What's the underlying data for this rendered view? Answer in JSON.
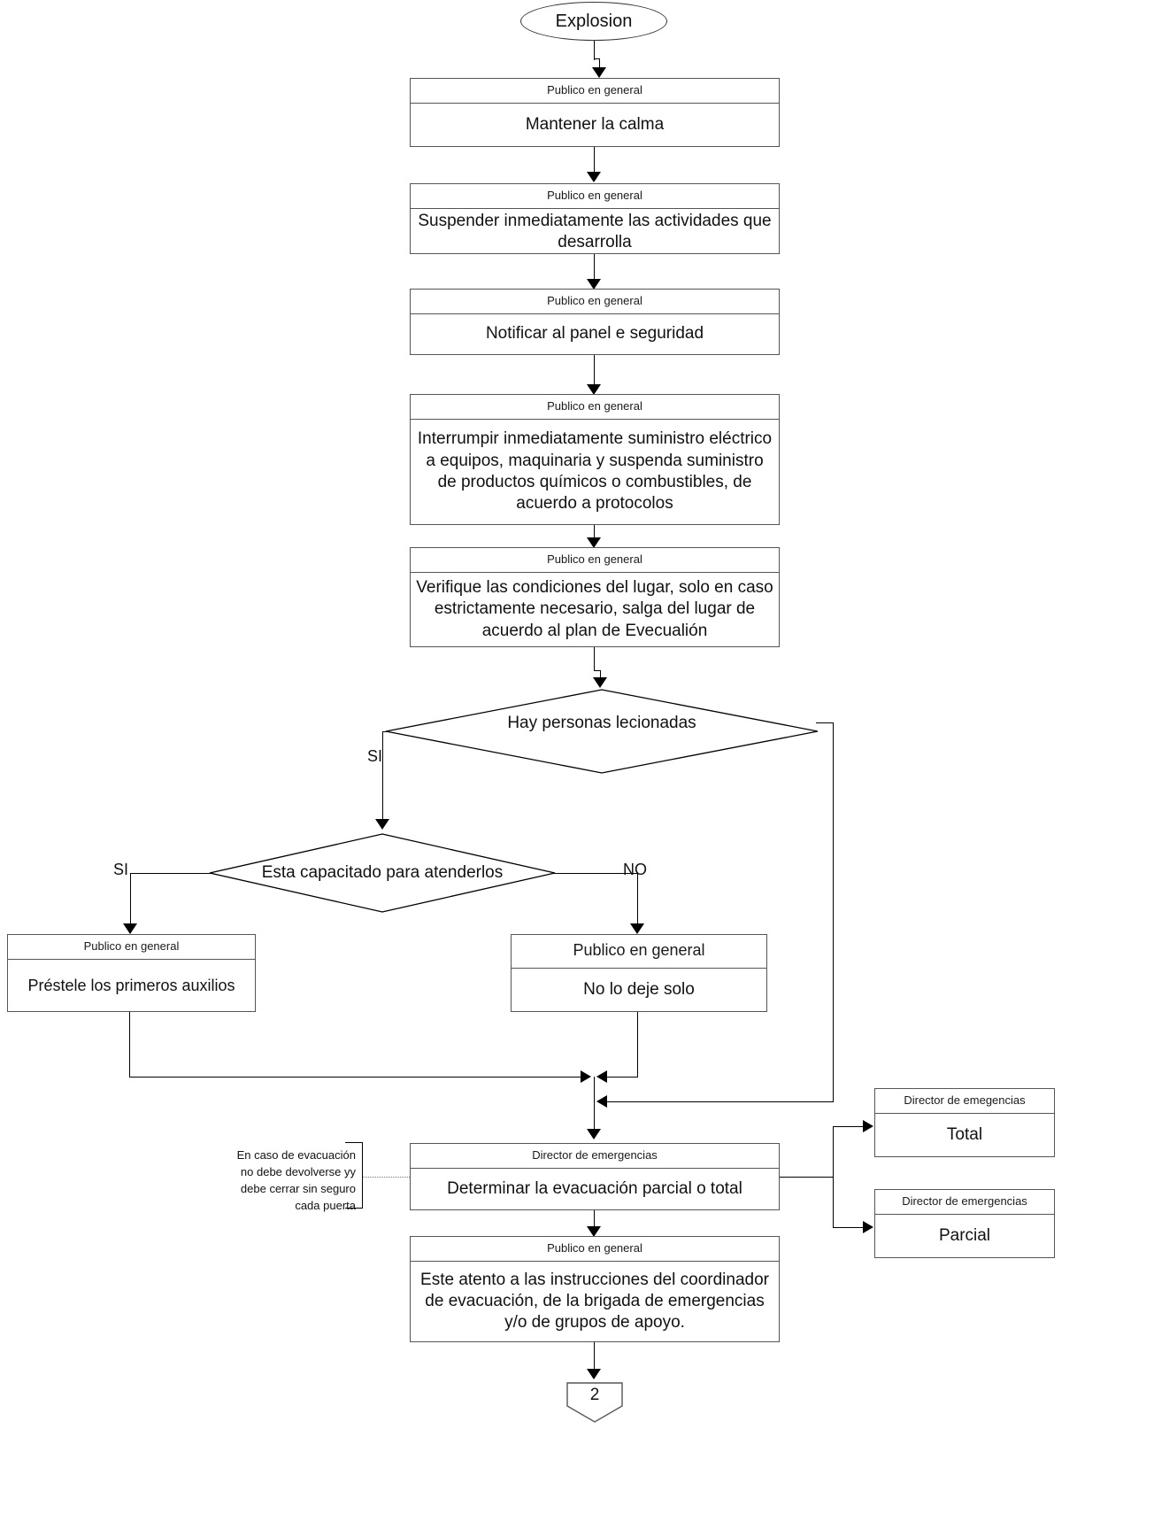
{
  "diagram": {
    "title": "Explosion emergency response flowchart",
    "start": {
      "label": "Explosion",
      "shape": "terminator"
    },
    "roles": {
      "publico": "Publico en general",
      "director": "Director de emergencias",
      "director_typo": "Director de emegencias"
    },
    "steps": [
      {
        "id": "mantener-calma",
        "role": "Publico en general",
        "text": "Mantener la calma"
      },
      {
        "id": "suspender-actividades",
        "role": "Publico en general",
        "text": "Suspender inmediatamente las actividades que desarrolla"
      },
      {
        "id": "notificar-panel",
        "role": "Publico en general",
        "text": "Notificar al panel e seguridad"
      },
      {
        "id": "interrumpir-suministro",
        "role": "Publico en general",
        "text": "Interrumpir inmediatamente suministro eléctrico a equipos, maquinaria y suspenda suministro de productos químicos o combustibles, de acuerdo a protocolos"
      },
      {
        "id": "verifique-condiciones",
        "role": "Publico en general",
        "text": "Verifique las condiciones del lugar, solo en caso estrictamente necesario, salga del lugar de acuerdo al plan de Evecualión"
      },
      {
        "id": "primeros-auxilios",
        "role": "Publico en general",
        "text": "Préstele los primeros auxilios"
      },
      {
        "id": "no-lo-deje-solo",
        "role": "Publico en general",
        "text": "No lo deje solo"
      },
      {
        "id": "determinar-evacuacion",
        "role": "Director de emergencias",
        "text": "Determinar la evacuación parcial o total"
      },
      {
        "id": "evacuacion-total",
        "role": "Director de emegencias",
        "text": "Total"
      },
      {
        "id": "evacuacion-parcial",
        "role": "Director de emergencias",
        "text": "Parcial"
      },
      {
        "id": "este-atento",
        "role": "Publico en general",
        "text": "Este atento a las instrucciones del coordinador de evacuación, de la brigada de emergencias y/o de grupos de apoyo."
      }
    ],
    "decisions": [
      {
        "id": "hay-personas-lecionadas",
        "text": "Hay personas lecionadas",
        "yes_label": "SI",
        "no_label": ""
      },
      {
        "id": "esta-capacitado",
        "text": "Esta capacitado para atenderlos",
        "yes_label": "SI",
        "no_label": "NO"
      }
    ],
    "branch_labels": {
      "lecionadas_si": "SI",
      "capacitado_si": "SI",
      "capacitado_no": "NO"
    },
    "note": {
      "text": "En caso de evacuación no debe devolverse yy debe cerrar sin seguro cada puerta",
      "lines": [
        "En caso de evacuación",
        "no debe devolverse yy",
        "debe cerrar sin seguro",
        "cada puerta"
      ]
    },
    "end_connector": {
      "label": "2",
      "shape": "off-page-connector"
    },
    "colors": {
      "line": "#000000",
      "box_border": "#555555",
      "background": "#ffffff",
      "text": "#111111"
    }
  }
}
